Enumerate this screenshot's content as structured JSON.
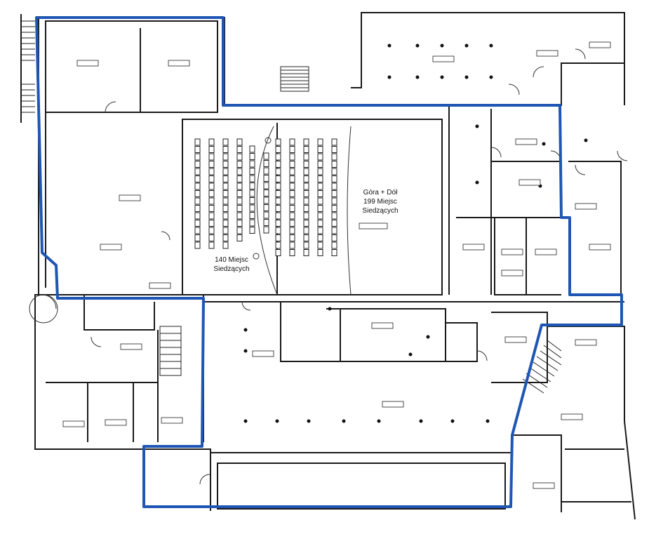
{
  "plan": {
    "hall_left": {
      "line1": "140 Miejsc",
      "line2": "Siedzących"
    },
    "hall_right": {
      "line1": "Góra + Dół",
      "line2": "199 Miejsc",
      "line3": "Siedzących"
    },
    "outline_color": "#1f56b4",
    "wall_color": "#1a1a1a"
  }
}
